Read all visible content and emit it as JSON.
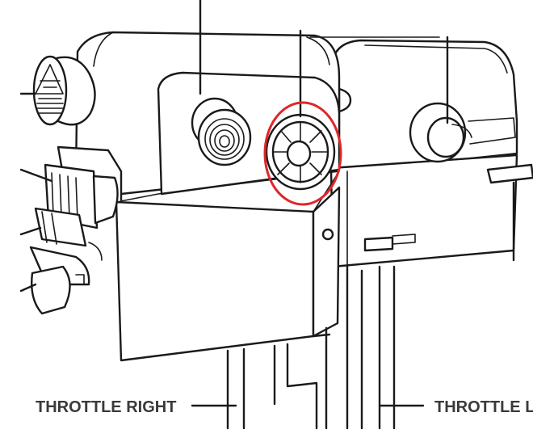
{
  "labels": {
    "throttle_right": "THROTTLE RIGHT",
    "throttle_left_partial": "THROTTLE L"
  },
  "icons": {
    "highlight_ring": "red-ellipse-highlight",
    "left_knob": "concentric-ring-knob-icon",
    "center_dial": "slotted-dial-icon",
    "right_button": "round-push-button-icon"
  },
  "colors": {
    "line": "#1a1a1a",
    "highlight": "#e0262a",
    "label": "#3a3a3a",
    "background": "#ffffff"
  }
}
